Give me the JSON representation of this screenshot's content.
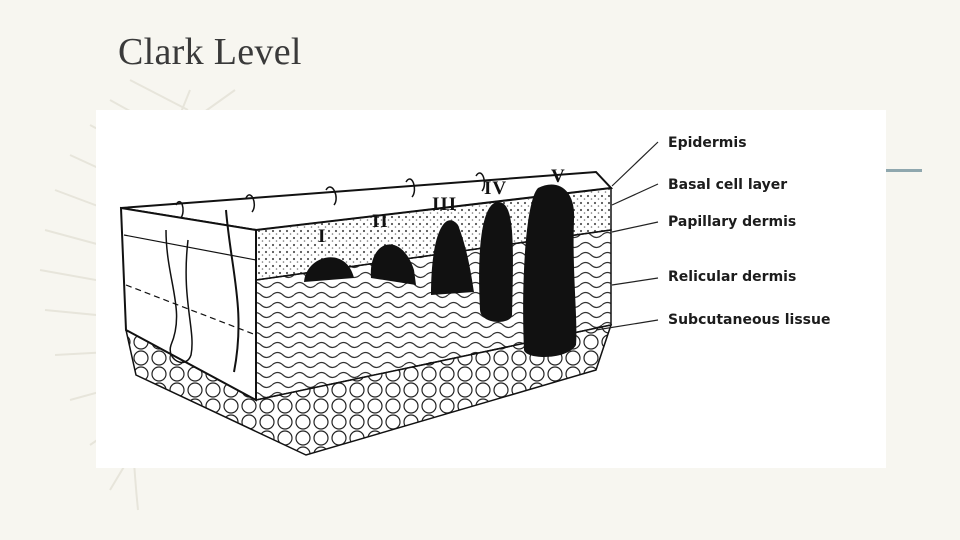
{
  "slide": {
    "title": "Clark Level"
  },
  "diagram": {
    "levels": [
      "I",
      "II",
      "III",
      "IV",
      "V"
    ],
    "layers": [
      "Epidermis",
      "Basal cell layer",
      "Papillary dermis",
      "Relicular dermis",
      "Subcutaneous lissue"
    ]
  },
  "colors": {
    "background": "#f7f6f0",
    "title": "#3a3a3a",
    "accent": "#8fa7ae",
    "tumor": "#111111"
  }
}
